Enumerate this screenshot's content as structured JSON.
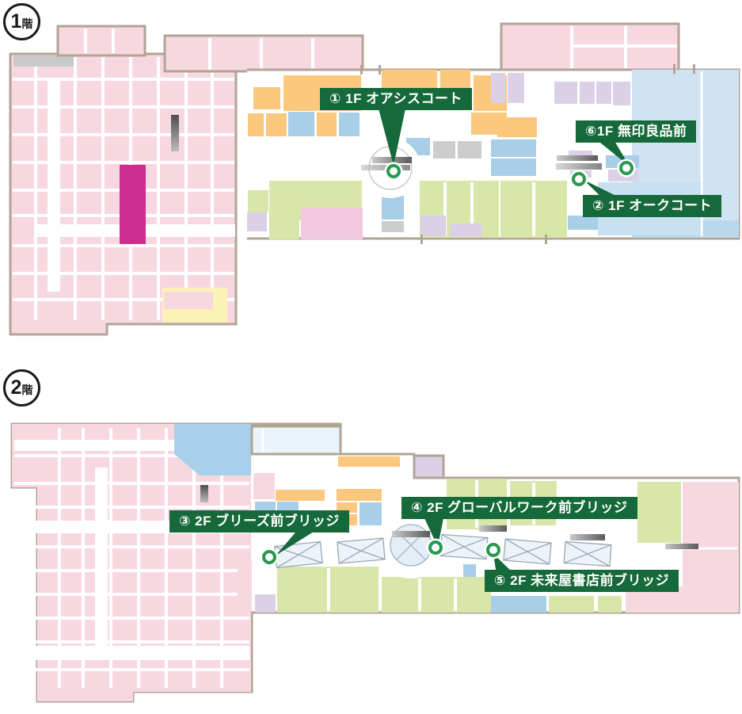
{
  "palette": {
    "label_green": "#16693A",
    "marker_green": "#28994F",
    "outline_tan": "#B2A496",
    "room_pink": "#F8D8E0",
    "shop_orange": "#FBC87D",
    "shop_blue": "#A9CEE8",
    "big_blue": "#CFE3F2",
    "sky_blue": "#A8D0EB",
    "shop_green": "#D9E6A9",
    "shop_lavender": "#DCD0E6",
    "shop_pink": "#F2C8DF",
    "shop_yellow": "#FBF3B5",
    "shop_magenta": "#CE2D90",
    "shop_gray": "#C9C9C9"
  },
  "floor1": {
    "badge": {
      "number": "1",
      "suffix": "階"
    },
    "callouts": [
      {
        "text": "① 1F オアシスコート"
      },
      {
        "text": "⑥1F 無印良品前"
      },
      {
        "text": "② 1F オークコート"
      }
    ]
  },
  "floor2": {
    "badge": {
      "number": "2",
      "suffix": "階"
    },
    "callouts": [
      {
        "text": "③ 2F ブリーズ前ブリッジ"
      },
      {
        "text": "④ 2F グローバルワーク前ブリッジ"
      },
      {
        "text": "⑤ 2F 未来屋書店前ブリッジ"
      }
    ]
  },
  "markers": {
    "icon": "green-ring-circle-marker",
    "count": 6
  }
}
